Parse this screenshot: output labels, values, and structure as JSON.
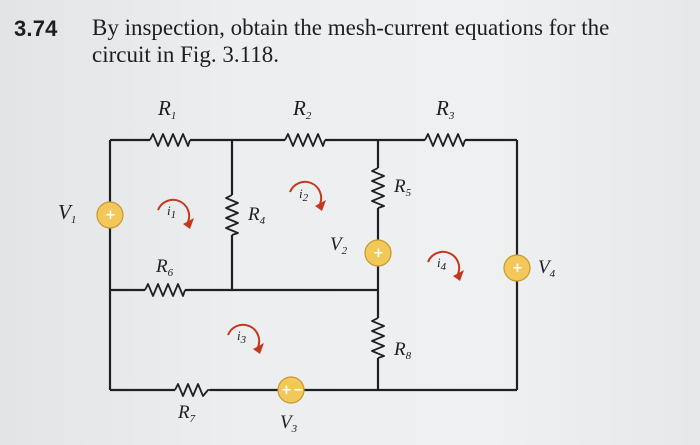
{
  "problem": {
    "number": "3.74",
    "text": "By inspection, obtain the mesh-current equations for the circuit in Fig. 3.118."
  },
  "circuit": {
    "resistors": [
      {
        "label": "R",
        "sub": "1"
      },
      {
        "label": "R",
        "sub": "2"
      },
      {
        "label": "R",
        "sub": "3"
      },
      {
        "label": "R",
        "sub": "4"
      },
      {
        "label": "R",
        "sub": "5"
      },
      {
        "label": "R",
        "sub": "6"
      },
      {
        "label": "R",
        "sub": "7"
      },
      {
        "label": "R",
        "sub": "8"
      }
    ],
    "sources": [
      {
        "label": "V",
        "sub": "1"
      },
      {
        "label": "V",
        "sub": "2"
      },
      {
        "label": "V",
        "sub": "3"
      },
      {
        "label": "V",
        "sub": "4"
      }
    ],
    "mesh_currents": [
      {
        "label": "i",
        "sub": "1"
      },
      {
        "label": "i",
        "sub": "2"
      },
      {
        "label": "i",
        "sub": "3"
      },
      {
        "label": "i",
        "sub": "4"
      }
    ],
    "signs": {
      "plus": "+",
      "minus": "−"
    },
    "colors": {
      "wire": "#1f1f24",
      "mesh_arrow": "#c23a1e",
      "source_fill": "#f3c85a"
    }
  }
}
